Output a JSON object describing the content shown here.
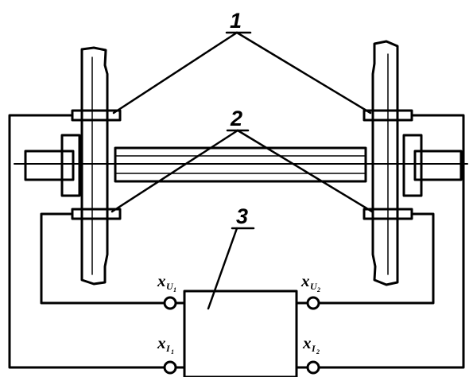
{
  "callouts": {
    "label_1": "1",
    "label_2": "2",
    "label_3": "3"
  },
  "terminals": {
    "xu1": {
      "main": "x",
      "sub": "U",
      "subsub": "1"
    },
    "xu2": {
      "main": "x",
      "sub": "U",
      "subsub": "2"
    },
    "xi1": {
      "main": "x",
      "sub": "I",
      "subsub": "1"
    },
    "xi2": {
      "main": "x",
      "sub": "I",
      "subsub": "2"
    }
  },
  "colors": {
    "ink": "#000000",
    "background": "#ffffff"
  }
}
